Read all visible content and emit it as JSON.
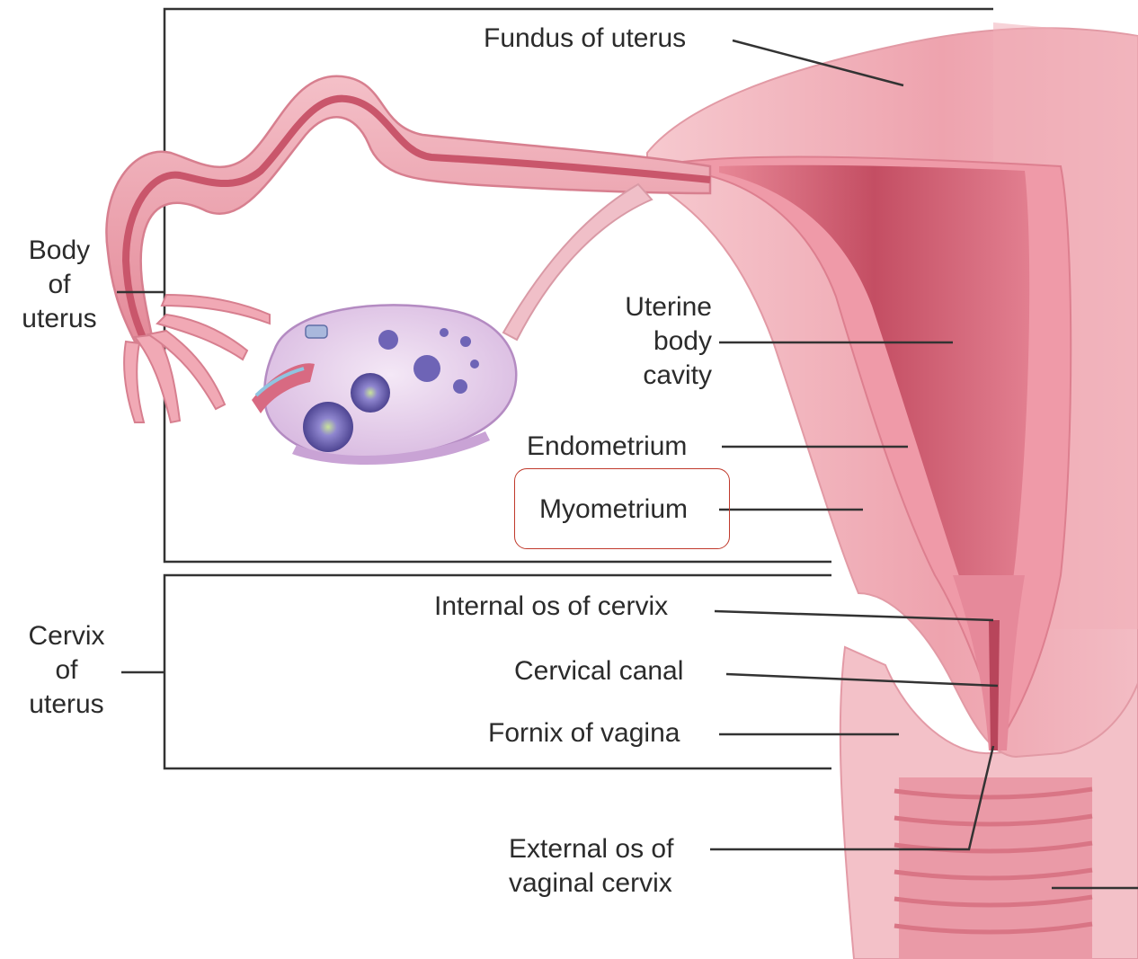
{
  "labels": {
    "fundus": "Fundus of uterus",
    "body_of_uterus": "Body\nof\nuterus",
    "uterine_body_cavity": "Uterine\nbody\ncavity",
    "endometrium": "Endometrium",
    "myometrium": "Myometrium",
    "internal_os": "Internal os of cervix",
    "cervical_canal": "Cervical canal",
    "fornix": "Fornix of vagina",
    "cervix_of_uterus": "Cervix\nof\nuterus",
    "external_os": "External os of\nvaginal cervix"
  },
  "highlight": {
    "target": "myometrium",
    "color": "#c0392b"
  },
  "colors": {
    "tissue_light": "#f2b8c0",
    "tissue_mid": "#e88a98",
    "tissue_dark": "#c95468",
    "ovary": "#e8d3ef",
    "follicle": "#6b5fb0"
  }
}
